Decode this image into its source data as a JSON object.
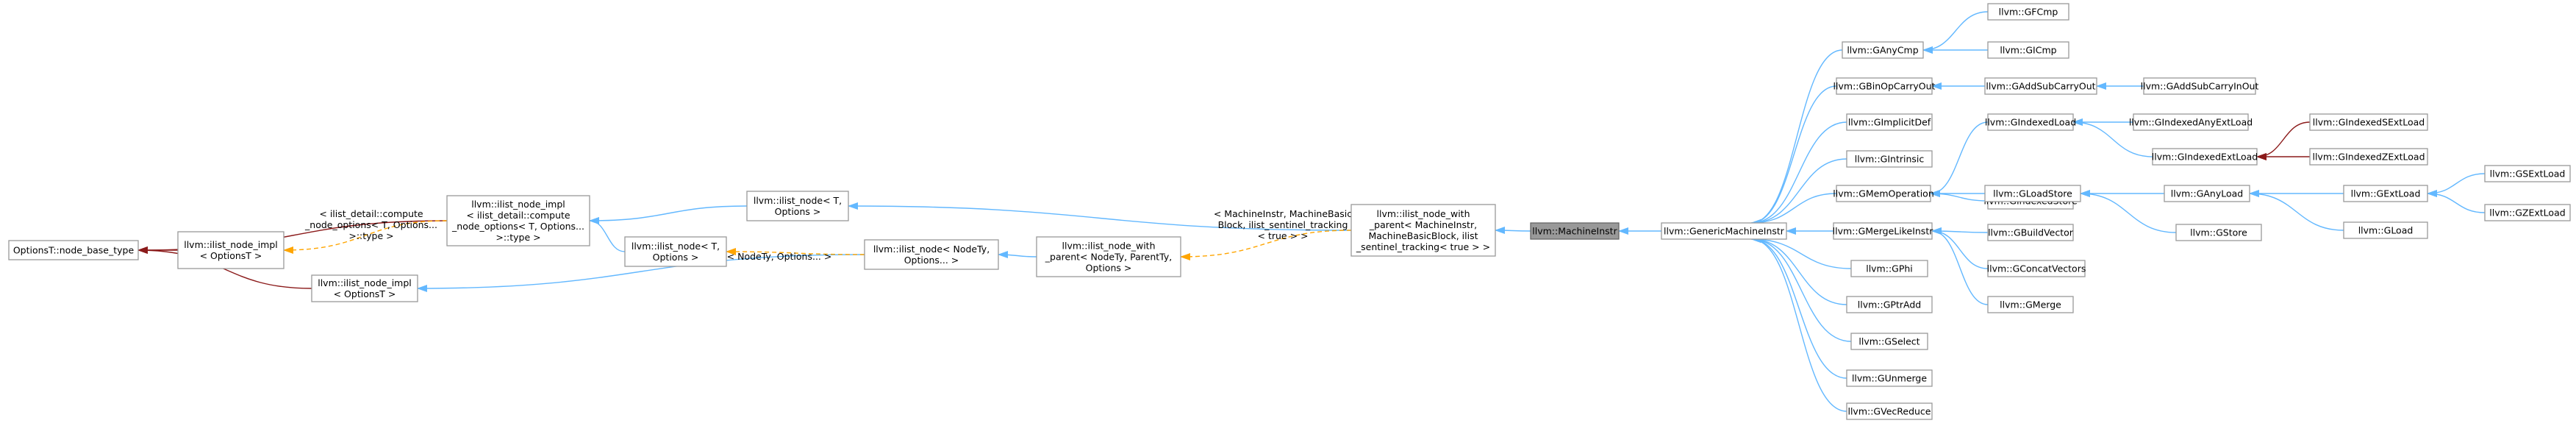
{
  "nodes": {
    "options_base_type": {
      "lines": [
        "OptionsT::node_base_type"
      ]
    },
    "ilist_node_impl_opt": {
      "lines": [
        "llvm::ilist_node_impl",
        "< OptionsT >"
      ]
    },
    "ilist_node_impl_compute": {
      "lines": [
        "llvm::ilist_node_impl",
        "< ilist_detail::compute",
        "_node_options< T, Options...",
        ">::type >"
      ]
    },
    "ilist_node_impl_opt2": {
      "lines": [
        "llvm::ilist_node_impl",
        "< OptionsT >"
      ]
    },
    "ilist_node_T_options": {
      "lines": [
        "llvm::ilist_node< T,",
        "Options >"
      ]
    },
    "ilist_node_T_options2": {
      "lines": [
        "llvm::ilist_node< T,",
        "Options >"
      ]
    },
    "ilist_node_nodety": {
      "lines": [
        "llvm::ilist_node< NodeTy,",
        "Options... >"
      ]
    },
    "ilist_node_with_parent_tmpl": {
      "lines": [
        "llvm::ilist_node_with",
        "_parent< NodeTy, ParentTy,",
        "Options >"
      ]
    },
    "ilist_node_with_parent_mi": {
      "lines": [
        "llvm::ilist_node_with",
        "_parent< MachineInstr,",
        "MachineBasicBlock, ilist",
        "_sentinel_tracking< true > >"
      ]
    },
    "machine_instr": {
      "lines": [
        "llvm::MachineInstr"
      ]
    },
    "generic_machine_instr": {
      "lines": [
        "llvm::GenericMachineInstr"
      ]
    },
    "gany_cmp": {
      "lines": [
        "llvm::GAnyCmp"
      ]
    },
    "gfcmp": {
      "lines": [
        "llvm::GFCmp"
      ]
    },
    "gicmp": {
      "lines": [
        "llvm::GICmp"
      ]
    },
    "gbinop_carry_out": {
      "lines": [
        "llvm::GBinOpCarryOut"
      ]
    },
    "gaddsub_carry_out": {
      "lines": [
        "llvm::GAddSubCarryOut"
      ]
    },
    "gaddsub_carry_inout": {
      "lines": [
        "llvm::GAddSubCarryInOut"
      ]
    },
    "gimplicit_def": {
      "lines": [
        "llvm::GImplicitDef"
      ]
    },
    "gintrinsic": {
      "lines": [
        "llvm::GIntrinsic"
      ]
    },
    "gindexed_load": {
      "lines": [
        "llvm::GIndexedLoad"
      ]
    },
    "gindexed_any_ext_load": {
      "lines": [
        "llvm::GIndexedAnyExtLoad"
      ]
    },
    "gindexed_ext_load": {
      "lines": [
        "llvm::GIndexedExtLoad"
      ]
    },
    "gindexed_s_ext_load": {
      "lines": [
        "llvm::GIndexedSExtLoad"
      ]
    },
    "gindexed_z_ext_load": {
      "lines": [
        "llvm::GIndexedZExtLoad"
      ]
    },
    "gindexed_store": {
      "lines": [
        "llvm::GIndexedStore"
      ]
    },
    "gmem_operation": {
      "lines": [
        "llvm::GMemOperation"
      ]
    },
    "gload_store": {
      "lines": [
        "llvm::GLoadStore"
      ]
    },
    "gany_load": {
      "lines": [
        "llvm::GAnyLoad"
      ]
    },
    "gext_load": {
      "lines": [
        "llvm::GExtLoad"
      ]
    },
    "gsext_load": {
      "lines": [
        "llvm::GSExtLoad"
      ]
    },
    "gzext_load": {
      "lines": [
        "llvm::GZExtLoad"
      ]
    },
    "gload": {
      "lines": [
        "llvm::GLoad"
      ]
    },
    "gstore": {
      "lines": [
        "llvm::GStore"
      ]
    },
    "gmerge_like_instr": {
      "lines": [
        "llvm::GMergeLikeInstr"
      ]
    },
    "gbuild_vector": {
      "lines": [
        "llvm::GBuildVector"
      ]
    },
    "gconcat_vectors": {
      "lines": [
        "llvm::GConcatVectors"
      ]
    },
    "gmerge": {
      "lines": [
        "llvm::GMerge"
      ]
    },
    "gphi": {
      "lines": [
        "llvm::GPhi"
      ]
    },
    "gptr_add": {
      "lines": [
        "llvm::GPtrAdd"
      ]
    },
    "gselect": {
      "lines": [
        "llvm::GSelect"
      ]
    },
    "gunmerge": {
      "lines": [
        "llvm::GUnmerge"
      ]
    },
    "gvec_reduce": {
      "lines": [
        "llvm::GVecReduce"
      ]
    }
  },
  "edge_labels": {
    "compute_options": [
      "< ilist_detail::compute",
      "_node_options< T, Options...",
      ">::type >"
    ],
    "nodety_options": [
      "< NodeTy, Options... >"
    ],
    "machineinstr_params": [
      "< MachineInstr, MachineBasic",
      "Block, ilist_sentinel_tracking",
      "< true > >"
    ]
  },
  "edge_kinds": {
    "public": "#63b8ff",
    "template": "#ffa500",
    "private": "#8b1a1a"
  }
}
